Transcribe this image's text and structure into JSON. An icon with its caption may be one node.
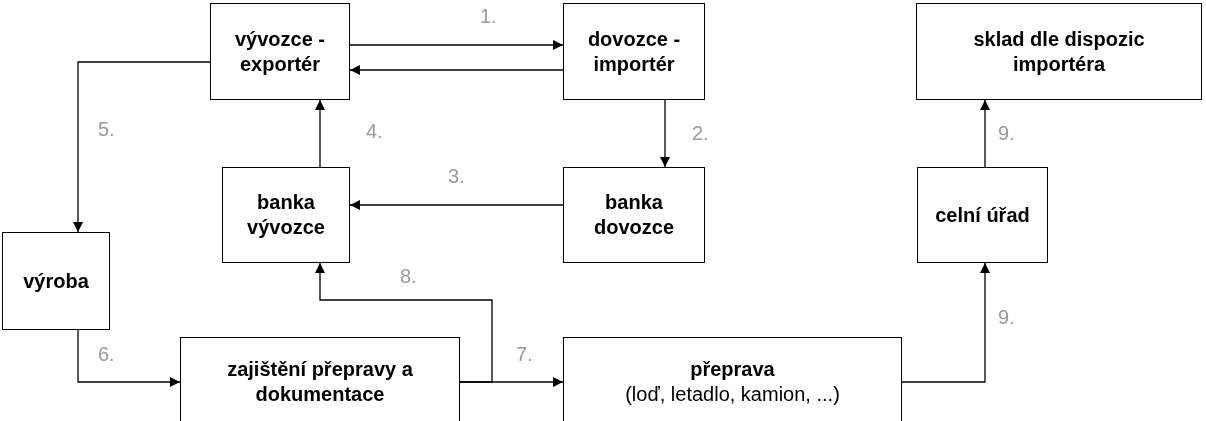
{
  "diagram": {
    "nodes": [
      {
        "text": [
          "vývozce - exportér"
        ]
      },
      {
        "text": [
          "dovozce - importér"
        ]
      },
      {
        "text": [
          "sklad dle dispozic importéra"
        ]
      },
      {
        "text": [
          "banka vývozce"
        ]
      },
      {
        "text": [
          "banka dovozce"
        ]
      },
      {
        "text": [
          "celní úřad"
        ]
      },
      {
        "text": [
          "výroba"
        ]
      },
      {
        "text": [
          "zajištění přepravy a dokumentace"
        ]
      },
      {
        "text": [
          "přeprava",
          "(loď, letadlo, kamion, ...)"
        ]
      }
    ],
    "edges": [
      {
        "from": 0,
        "to": 1,
        "arrow": "to",
        "label": "1."
      },
      {
        "from": 1,
        "to": 0,
        "arrow": "to"
      },
      {
        "from": 1,
        "to": 4,
        "arrow": "to",
        "label": "2."
      },
      {
        "from": 4,
        "to": 3,
        "arrow": "to",
        "label": "3."
      },
      {
        "from": 3,
        "to": 0,
        "arrow": "to",
        "label": "4."
      },
      {
        "from": 0,
        "to": 6,
        "arrow": "to",
        "label": "5."
      },
      {
        "from": 6,
        "to": 7,
        "arrow": "to",
        "label": "6."
      },
      {
        "from": 7,
        "to": 8,
        "arrow": "to",
        "label": "7."
      },
      {
        "from": 7,
        "to": 3,
        "arrow": "to",
        "label": "8."
      },
      {
        "from": 8,
        "to": 5,
        "arrow": "to",
        "label": "9."
      },
      {
        "from": 5,
        "to": 2,
        "arrow": "to",
        "label": "9."
      }
    ]
  }
}
